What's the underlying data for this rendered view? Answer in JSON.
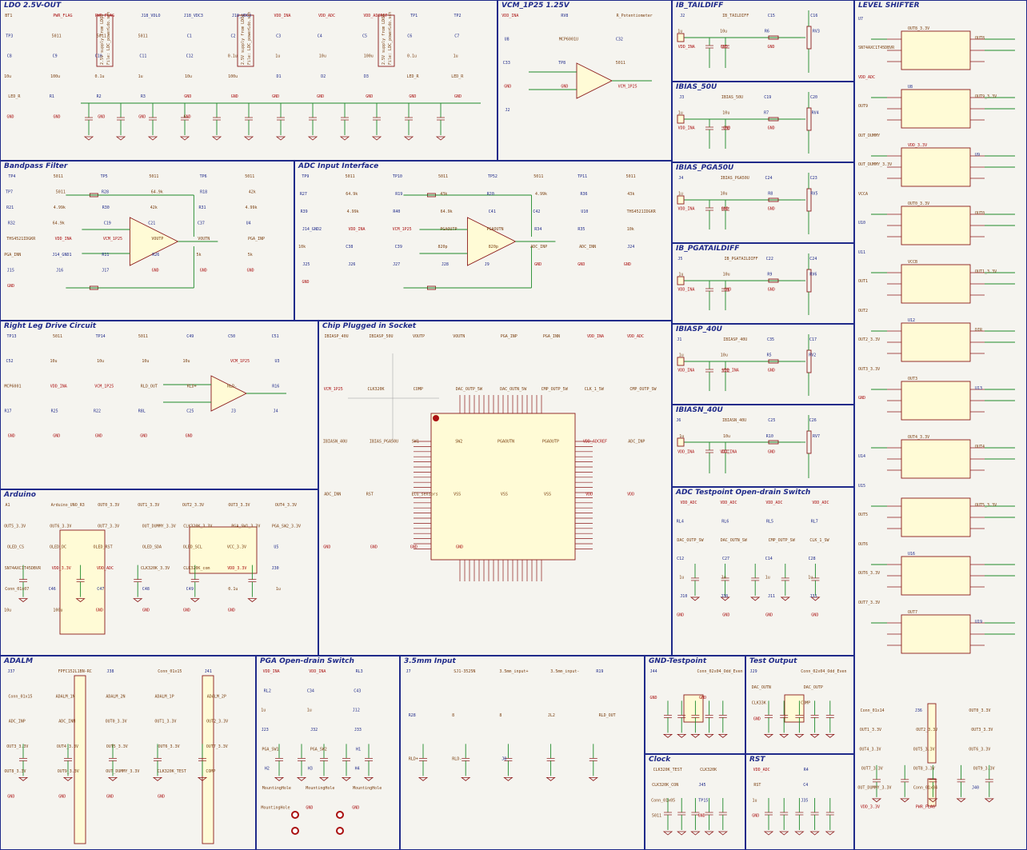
{
  "panels": [
    {
      "id": "ldo",
      "title": "LDO 2.5V-OUT",
      "labels": [
        "BT1",
        "PWR_FLAG",
        "PWR_FLAG",
        "J18_VDLO",
        "J18_VDC3",
        "J18_VDC3",
        "VDD_INA",
        "VDD_ADC",
        "VDD_ADCREF",
        "TP1",
        "TP2",
        "TP3",
        "5011",
        "5011",
        "5011",
        "C1",
        "C2",
        "C3",
        "C4",
        "C5",
        "C6",
        "C7",
        "C8",
        "C9",
        "C10",
        "C11",
        "C12",
        "0.1u",
        "1u",
        "10u",
        "100u",
        "0.1u",
        "1u",
        "10u",
        "100u",
        "0.1u",
        "1u",
        "10u",
        "100u",
        "D1",
        "D2",
        "D3",
        "LED_R",
        "LED_R",
        "LED_R",
        "R1",
        "R2",
        "R3",
        "GND",
        "GND",
        "GND",
        "GND",
        "GND",
        "GND",
        "GND",
        "GND",
        "GND",
        "GND",
        "GND",
        "GND"
      ],
      "blocks": [
        "2.5V supply from LDO1",
        "2.5V supply from LDO2",
        "2.5V supply from LDO3",
        "File: LDC_powerLdo.sch",
        "File: LDC_powerLdo.sch",
        "File: LDC_powerLdo.sch"
      ]
    },
    {
      "id": "vcm",
      "title": "VCM_1P25 1.25V",
      "labels": [
        "VDD_INA",
        "RV8",
        "R_Potentiometer",
        "U8",
        "MCP6001U",
        "C32",
        "C33",
        "TP8",
        "5011",
        "GND",
        "GND",
        "VCM_1P25",
        "J2"
      ]
    },
    {
      "id": "ib_tail",
      "title": "IB_TAILDIFF",
      "labels": [
        "J2",
        "IB_TAILDIFF",
        "C15",
        "C16",
        "1u",
        "10u",
        "R6",
        "RV3",
        "VDD_INA",
        "GND",
        "GND"
      ]
    },
    {
      "id": "ibias50",
      "title": "IBIAS_50U",
      "labels": [
        "J3",
        "IBIAS_50U",
        "C19",
        "C20",
        "1u",
        "10u",
        "R7",
        "RV4",
        "VDD_INA",
        "GND",
        "GND"
      ]
    },
    {
      "id": "ibiaspga",
      "title": "IBIAS_PGA50U",
      "labels": [
        "J4",
        "IBIAS_PGA50U",
        "C24",
        "C23",
        "1u",
        "10u",
        "R8",
        "RV5",
        "VDD_INA",
        "GND",
        "GND"
      ]
    },
    {
      "id": "ibpgatail",
      "title": "IB_PGATAILDIFF",
      "labels": [
        "J5",
        "IB_PGATAILDIFF",
        "C22",
        "C24",
        "1u",
        "10u",
        "R9",
        "RV6",
        "VDD_INA",
        "GND",
        "GND"
      ]
    },
    {
      "id": "ibiasp40",
      "title": "IBIASP_40U",
      "labels": [
        "J1",
        "IBIASP_40U",
        "C35",
        "C17",
        "1u",
        "10u",
        "R5",
        "RV2",
        "VDD_INA",
        "VDD_INA",
        "GND"
      ]
    },
    {
      "id": "ibiasn40",
      "title": "IBIASN_40U",
      "labels": [
        "J6",
        "IBIASN_40U",
        "C25",
        "C26",
        "1u",
        "10u",
        "R10",
        "RV7",
        "VDD_INA",
        "VDD_INA",
        "GND"
      ]
    },
    {
      "id": "bpf",
      "title": "Bandpass Filter",
      "labels": [
        "TP4",
        "5011",
        "TP5",
        "5011",
        "TP6",
        "5011",
        "TP7",
        "5011",
        "R28",
        "64.9k",
        "R18",
        "42k",
        "R21",
        "4.99k",
        "R30",
        "42k",
        "R31",
        "4.99k",
        "R32",
        "64.9k",
        "C19",
        "C21",
        "C37",
        "U4",
        "THS4521IDGKR",
        "VDD_INA",
        "VCM_1P25",
        "VOUTP",
        "VOUTN",
        "PGA_INP",
        "PGA_INN",
        "J14_GND1",
        "R11",
        "R26",
        "5k",
        "5k",
        "J15",
        "J16",
        "J17",
        "GND",
        "GND",
        "GND",
        "GND"
      ]
    },
    {
      "id": "adc",
      "title": "ADC Input Interface",
      "labels": [
        "TP9",
        "5011",
        "TP10",
        "5011",
        "TP52",
        "5011",
        "TP11",
        "5011",
        "R27",
        "64.9k",
        "R19",
        "43k",
        "R20",
        "4.99k",
        "R36",
        "43k",
        "R39",
        "4.99k",
        "R40",
        "64.9k",
        "C41",
        "C42",
        "U10",
        "THS4521IDGKR",
        "J14_GND2",
        "VDD_INA",
        "VCM_1P25",
        "PGAOUTP",
        "PGAOUTN",
        "R34",
        "R35",
        "10k",
        "10k",
        "C38",
        "C39",
        "820p",
        "820p",
        "ADC_INP",
        "ADC_INN",
        "J24",
        "J25",
        "J26",
        "J27",
        "J28",
        "J9",
        "GND",
        "GND",
        "GND",
        "GND"
      ]
    },
    {
      "id": "rld",
      "title": "Right Leg Drive Circuit",
      "labels": [
        "TP13",
        "5011",
        "TP14",
        "5011",
        "C49",
        "C50",
        "C51",
        "C52",
        "10u",
        "10u",
        "10u",
        "10u",
        "VCM_1P25",
        "U3",
        "MCP6001",
        "VDD_INA",
        "VCM_1P25",
        "RLD_OUT",
        "RLD+",
        "RLD-",
        "R16",
        "R17",
        "R25",
        "R22",
        "R8L",
        "C25",
        "J3",
        "J4",
        "GND",
        "GND",
        "GND",
        "GND",
        "GND"
      ]
    },
    {
      "id": "chip",
      "title": "Chip Plugged in Socket",
      "labels": [
        "IBIASP_40U",
        "IBIASP_50U",
        "VOUTP",
        "VOUTN",
        "PGA_INP",
        "PGA_INN",
        "VDD_INA",
        "VDD_ADC",
        "VCM_1P25",
        "CLK320K",
        "COMP",
        "DAC_OUTP_5W",
        "DAC_OUTN_5W",
        "CMP_OUTP_5W",
        "CLK_1_5W",
        "CMP_OUTP_SW",
        "IBIASN_40U",
        "IBIAS_PGA50U",
        "SW1",
        "SW2",
        "PGAOUTN",
        "PGAOUTP",
        "VDD_ADCREF",
        "ADC_INP",
        "ADC_INN",
        "RST",
        "ECG_sensors",
        "VSS",
        "VSS",
        "VSS",
        "VDD",
        "VDD",
        "GND",
        "GND",
        "GND",
        "GND"
      ]
    },
    {
      "id": "arduino",
      "title": "Arduino",
      "labels": [
        "A1",
        "Arduino_UNO_R3",
        "OUT0_3.3V",
        "OUT1_3.3V",
        "OUT2_3.3V",
        "OUT3_3.3V",
        "OUT4_3.3V",
        "OUT5_3.3V",
        "OUT6_3.3V",
        "OUT7_3.3V",
        "OUT_DUMMY_3.3V",
        "CLK320K_3.3V",
        "PGA_SW1_3.3V",
        "PGA_SW2_3.3V",
        "OLED_CS",
        "OLED_DC",
        "OLED_RST",
        "OLED_SDA",
        "OLED_SCL",
        "VCC_3.3V",
        "U5",
        "SN74AXC1T45DBVR",
        "VDD_3.3V",
        "VDD_ADC",
        "CLK320K_3.3V",
        "CLK320K_com",
        "VDD_3.3V",
        "J30",
        "Conn_01x07",
        "C46",
        "C47",
        "C48",
        "C49",
        "0.1u",
        "1u",
        "10u",
        "100u",
        "GND",
        "GND",
        "GND",
        "GND"
      ]
    },
    {
      "id": "level",
      "title": "LEVEL SHIFTER",
      "labels": [
        "U7",
        "U8",
        "U9",
        "U10",
        "U11",
        "U12",
        "U13",
        "U14",
        "U15",
        "U16",
        "U19",
        "SN74AXC1T45DBVR",
        "VDD_ADC",
        "VDD_3.3V",
        "OUT0",
        "OUT1",
        "OUT2",
        "OUT3",
        "OUT4",
        "OUT5",
        "OUT6",
        "OUT7",
        "OUT8",
        "OUT9",
        "OUT_DUMMY",
        "OUT0_3.3V",
        "OUT1_3.3V",
        "OUT2_3.3V",
        "OUT3_3.3V",
        "OUT4_3.3V",
        "OUT5_3.3V",
        "OUT6_3.3V",
        "OUT7_3.3V",
        "OUT8_3.3V",
        "OUT9_3.3V",
        "OUT_DUMMY_3.3V",
        "VCCA",
        "VCCB",
        "DIR",
        "GND"
      ]
    },
    {
      "id": "adctp",
      "title": "ADC Testpoint Open-drain Switch",
      "labels": [
        "VDD_ADC",
        "VDD_ADC",
        "VDD_ADC",
        "VDD_ADC",
        "RL4",
        "RL6",
        "RL5",
        "RL7",
        "DAC_OUTP_SW",
        "DAC_OUTN_SW",
        "CMP_OUTP_SW",
        "CLK_1_SW",
        "C12",
        "C27",
        "C14",
        "C28",
        "1u",
        "1u",
        "1u",
        "1u",
        "J10",
        "J30",
        "J11",
        "J31",
        "GND",
        "GND",
        "GND",
        "GND"
      ]
    },
    {
      "id": "adalm",
      "title": "ADALM",
      "labels": [
        "J37",
        "FPFC152L1BN-RC",
        "J38",
        "Conn_01x15",
        "J41",
        "Conn_01x15",
        "ADALM_1N",
        "ADALM_2N",
        "ADALM_1P",
        "ADALM_2P",
        "ADC_INP",
        "ADC_INN",
        "OUT0_3.3V",
        "OUT1_3.3V",
        "OUT2_3.3V",
        "OUT3_3.3V",
        "OUT4_3.3V",
        "OUT5_3.3V",
        "OUT6_3.3V",
        "OUT7_3.3V",
        "OUT8_3.3V",
        "OUT9_3.3V",
        "OUT_DUMMY_3.3V",
        "CLK320K_TEST",
        "COMP",
        "GND",
        "GND",
        "GND",
        "GND"
      ]
    },
    {
      "id": "pga",
      "title": "PGA Open-drain Switch",
      "labels": [
        "VDD_INA",
        "VDD_INA",
        "RL3",
        "RL2",
        "C34",
        "C43",
        "1u",
        "1u",
        "J12",
        "J23",
        "J32",
        "J33",
        "PGA_SW1",
        "PGA_SW2",
        "H1",
        "H2",
        "H3",
        "H4",
        "MountingHole",
        "MountingHole",
        "MountingHole",
        "MountingHole",
        "GND",
        "GND"
      ]
    },
    {
      "id": "jack",
      "title": "3.5mm Input",
      "labels": [
        "J7",
        "SJ1-3525N",
        "3.5mm_input+",
        "3.5mm_input-",
        "R19",
        "R28",
        "8",
        "8",
        "JL2",
        "RLD_OUT",
        "RLD+",
        "RLD-",
        "J8"
      ]
    },
    {
      "id": "gndtp",
      "title": "GND-Testpoint",
      "labels": [
        "J44",
        "Conn_02x04_Odd_Even",
        "GND",
        "GND"
      ]
    },
    {
      "id": "testout",
      "title": "Test Output",
      "labels": [
        "J29",
        "Conn_02x04_Odd_Even",
        "DAC_OUTN",
        "DAC_OUTP",
        "CLK33K",
        "COMP",
        "GND"
      ]
    },
    {
      "id": "clock",
      "title": "Clock",
      "labels": [
        "CLK320K_TEST",
        "CLK320K",
        "CLK320K_CON",
        "J45",
        "Conn_01x05",
        "TP15",
        "5011",
        "GND"
      ]
    },
    {
      "id": "rst",
      "title": "RST",
      "labels": [
        "VDD_ADC",
        "R4",
        "RST",
        "C4",
        "1u",
        "J35",
        "GND"
      ]
    },
    {
      "id": "misc",
      "title": "",
      "labels": [
        "Conn_01x14",
        "J36",
        "OUT0_3.3V",
        "OUT1_3.3V",
        "OUT2_3.3V",
        "OUT3_3.3V",
        "OUT4_3.3V",
        "OUT5_3.3V",
        "OUT6_3.3V",
        "OUT7_3.3V",
        "OUT8_3.3V",
        "OUT9_3.3V",
        "OUT_DUMMY_3.3V",
        "Conn_01x04",
        "J40",
        "VDD_3.3V",
        "PWR_FLAG"
      ]
    }
  ]
}
